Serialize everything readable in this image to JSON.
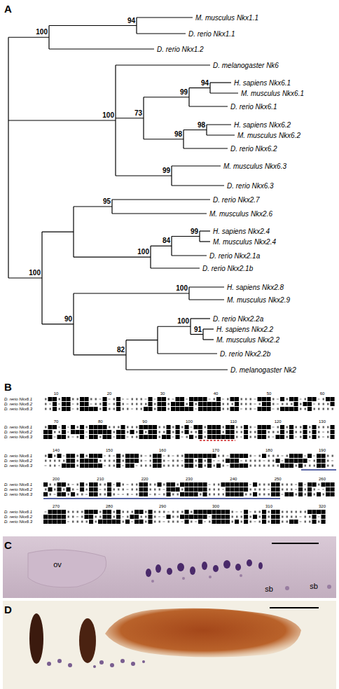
{
  "diagram": {
    "labels": [
      "A",
      "M. musculus Nkx1.1",
      "D. rerio Nkx1.1",
      "D. rerio Nkx1.2",
      "D. melanogaster Nk6",
      "H. sapiens Nkx6.1",
      "M. musculus Nkx6.1",
      "D. rerio Nkx6.1",
      "H. sapiens Nkx6.2",
      "M. musculus Nkx6.2",
      "D. rerio Nkx6.2",
      "M. musculus Nkx6.3",
      "D. rerio Nkx6.3",
      "D. rerio Nkx2.7",
      "M. musculus Nkx2.6",
      "H. sapiens Nkx2.4",
      "M. musculus Nkx2.4",
      "D. rerio Nkx2.1a",
      "D. rerio Nkx2.1b",
      "H. sapiens Nkx2.8",
      "M. musculus Nkx2.9",
      "D. rerio Nkx2.2a",
      "H. sapiens Nkx2.2",
      "M. musculus Nkx2.2",
      "D. rerio Nkx2.2b",
      "D. melanogaster Nk2",
      "94",
      "100",
      "100",
      "94",
      "99",
      "73",
      "98",
      "98",
      "99",
      "95",
      "99",
      "84",
      "100",
      "100",
      "100",
      "90",
      "100",
      "91",
      "82",
      "B",
      "10",
      "20",
      "30",
      "40",
      "50",
      "60",
      "D. rerio Nkx6.1",
      "D. rerio Nkx6.2",
      "D. rerio Nkx6.3",
      "70",
      "80",
      "90",
      "100",
      "110",
      "120",
      "130",
      "D. rerio Nkx6.1",
      "D. rerio Nkx6.2",
      "D. rerio Nkx6.3",
      "140",
      "150",
      "160",
      "170",
      "180",
      "190",
      "D. rerio Nkx6.1",
      "D. rerio Nkx6.2",
      "D. rerio Nkx6.3",
      "200",
      "210",
      "220",
      "230",
      "240",
      "250",
      "260",
      "D. rerio Nkx6.1",
      "D. rerio Nkx6.2",
      "D. rerio Nkx6.3",
      "270",
      "280",
      "290",
      "300",
      "310",
      "320",
      "D. rerio Nkx6.1",
      "D. rerio Nkx6.2",
      "D. rerio Nkx6.3",
      "C",
      "ov",
      "sb",
      "sb",
      "D"
    ]
  }
}
